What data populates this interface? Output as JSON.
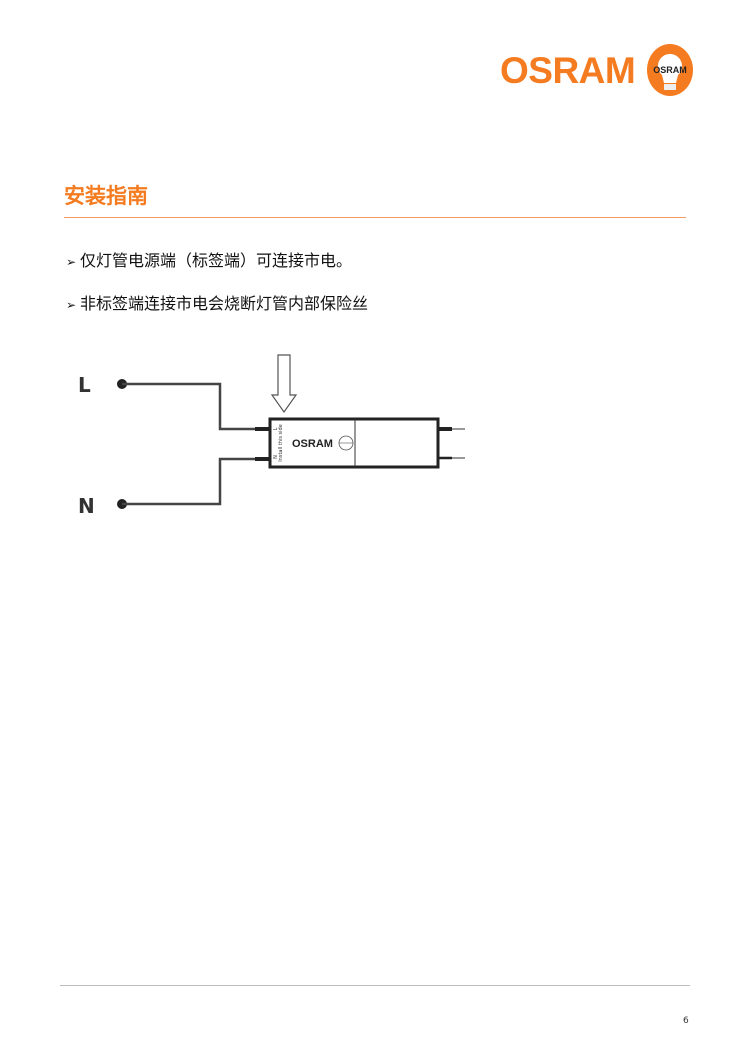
{
  "header": {
    "logo_text": "OSRAM",
    "logo_badge_text": "OSRAM"
  },
  "section": {
    "title": "安装指南"
  },
  "bullets": [
    {
      "marker": "➢",
      "text": "仅灯管电源端（标签端）可连接市电。"
    },
    {
      "marker": "➢",
      "text": "非标签端连接市电会烧断灯管内部保险丝"
    }
  ],
  "diagram": {
    "label_l": "L",
    "label_n": "N",
    "tube_brand": "OSRAM",
    "tube_pin_l": "L",
    "tube_pin_n": "N",
    "tube_note": "Install this side"
  },
  "footer": {
    "page_number": "6"
  },
  "colors": {
    "brand": "#f47b20"
  }
}
